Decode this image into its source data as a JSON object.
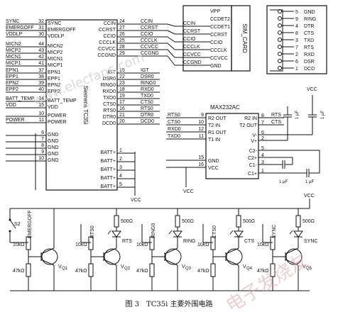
{
  "tc35i": {
    "chip_label": "Siemens TC35i",
    "left_pins": [
      {
        "net": "SYNC",
        "num": "32",
        "pin": "SYNC"
      },
      {
        "net": "EMERGOFF",
        "num": "31",
        "pin": "EMERGOFF"
      },
      {
        "net": "VDDLP",
        "num": "30",
        "pin": "VDDLP"
      },
      {
        "net": "MICN2",
        "num": "44",
        "pin": "MICN2"
      },
      {
        "net": "MICP2",
        "num": "43",
        "pin": "MICP2"
      },
      {
        "net": "MICN1",
        "num": "42",
        "pin": "MICN1"
      },
      {
        "net": "MICP1",
        "num": "41",
        "pin": "MICP1"
      },
      {
        "net": "EPN1",
        "num": "37",
        "pin": "EPN1"
      },
      {
        "net": "EPP1",
        "num": "38",
        "pin": "EPP1"
      },
      {
        "net": "EPN2",
        "num": "39",
        "pin": "EPN2"
      },
      {
        "net": "EPP2",
        "num": "40",
        "pin": "EPP2"
      },
      {
        "net": "BATT_TEMP",
        "num": "14",
        "pin": "BATT_TEMP"
      },
      {
        "net": "VDD",
        "num": "15",
        "pin": "VDD"
      },
      {
        "net": "",
        "num": "10",
        "pin": "POWER"
      },
      {
        "net": "POWER",
        "num": "11",
        "pin": "POWER"
      },
      {
        "net": "",
        "num": "6",
        "pin": "GND"
      },
      {
        "net": "",
        "num": "7",
        "pin": "GND"
      },
      {
        "net": "",
        "num": "8",
        "pin": "GND"
      },
      {
        "net": "",
        "num": "9",
        "pin": "GND"
      },
      {
        "net": "",
        "num": "10",
        "pin": "GND"
      }
    ],
    "right_pins": [
      {
        "pin": "CCIN",
        "num": "24",
        "net": "CCIN"
      },
      {
        "pin": "CCRST",
        "num": "27",
        "net": "CCRST"
      },
      {
        "pin": "CCIO",
        "num": "26",
        "net": "CCIO"
      },
      {
        "pin": "CCCLK",
        "num": "25",
        "net": "CCCLK"
      },
      {
        "pin": "CCVCC",
        "num": "28",
        "net": "CCVCC"
      },
      {
        "pin": "CCGND",
        "num": "29",
        "net": "CCGND"
      },
      {
        "pin": "IGT",
        "num": "15",
        "net": "IGT"
      },
      {
        "pin": "DSR0",
        "num": "22",
        "net": "DSR0"
      },
      {
        "pin": "RING0",
        "num": "23",
        "net": "RING0"
      },
      {
        "pin": "RXD0",
        "num": "18",
        "net": "RXD0"
      },
      {
        "pin": "TXD0",
        "num": "19",
        "net": "TXD0"
      },
      {
        "pin": "CTS0",
        "num": "17",
        "net": "CTS0"
      },
      {
        "pin": "RTS0",
        "num": "16",
        "net": "RTS0"
      },
      {
        "pin": "DTR0",
        "num": "21",
        "net": "DTR0"
      },
      {
        "pin": "DCD0",
        "num": "20",
        "net": "DCD0"
      },
      {
        "pin": "BATT+",
        "num": "1",
        "net": ""
      },
      {
        "pin": "BATT+",
        "num": "2",
        "net": ""
      },
      {
        "pin": "BATT+",
        "num": "3",
        "net": ""
      },
      {
        "pin": "BATT+",
        "num": "4",
        "net": ""
      },
      {
        "pin": "BATT+",
        "num": "5",
        "net": ""
      }
    ],
    "vcc": "VCC"
  },
  "sim": {
    "label": "SIM_CARD",
    "pins": [
      "VPP",
      "CCDET2",
      "CCDET1",
      "CCRST",
      "CCIO",
      "CCCLK",
      "CCVCC",
      "GND"
    ],
    "nets": [
      "CCIN",
      "CCRST",
      "CCIO",
      "CCCLK",
      "CCVCC",
      "CCGND"
    ]
  },
  "db9": {
    "pins": [
      {
        "num": "5",
        "name": "GND"
      },
      {
        "num": "9",
        "name": "RING"
      },
      {
        "num": "4",
        "name": "DTR"
      },
      {
        "num": "8",
        "name": "CTS"
      },
      {
        "num": "3",
        "name": "TXD"
      },
      {
        "num": "7",
        "name": "RTS"
      },
      {
        "num": "2",
        "name": "RXD"
      },
      {
        "num": "6",
        "name": "DSR"
      },
      {
        "num": "1",
        "name": "DCD"
      }
    ]
  },
  "max232": {
    "label": "MAX232AC",
    "left": [
      {
        "net": "RTS0",
        "num": "9",
        "pin": "R2 OUT"
      },
      {
        "net": "CTS0",
        "num": "10",
        "pin": "T2 IN"
      },
      {
        "net": "RXD0",
        "num": "12",
        "pin": "R1 OUT"
      },
      {
        "net": "TXD0",
        "num": "11",
        "pin": "T1 IN"
      },
      {
        "net": "",
        "num": "15",
        "pin": "GND"
      },
      {
        "net": "",
        "num": "16",
        "pin": "VCC"
      }
    ],
    "right": [
      {
        "pin": "R2 IN",
        "num": "8",
        "net": "RTS"
      },
      {
        "pin": "T2 OUT",
        "num": "7",
        "net": "CTS"
      },
      {
        "pin": "V-",
        "num": "6",
        "net": ""
      },
      {
        "pin": "V+",
        "num": "2",
        "net": ""
      },
      {
        "pin": "C2-",
        "num": "5",
        "net": ""
      },
      {
        "pin": "C2+",
        "num": "4",
        "net": ""
      },
      {
        "pin": "C1-",
        "num": "3",
        "net": ""
      },
      {
        "pin": "C1+",
        "num": "1",
        "net": ""
      }
    ],
    "cap_label": "1 μF",
    "vcc": "VCC"
  },
  "drivers": {
    "vcc": "VCC",
    "switch": "S2",
    "r_base": "10kΩ",
    "r_pull": "47kΩ",
    "r_led": "500Ω",
    "stages": [
      {
        "input": "EMERGOFF",
        "q": "V",
        "qsub": "Q1",
        "led": ""
      },
      {
        "input": "RTS0",
        "q": "V",
        "qsub": "Q2",
        "led": "RTS"
      },
      {
        "input": "RING0",
        "q": "V",
        "qsub": "Q3",
        "led": "RING"
      },
      {
        "input": "CTS0",
        "q": "V",
        "qsub": "Q4",
        "led": "CTS"
      },
      {
        "input": "SYNC",
        "q": "V",
        "qsub": "Q5",
        "led": "SYNC"
      }
    ]
  },
  "caption": "图 3　TC35i 主要外围电路",
  "watermark_url": "www.elecfans.com",
  "watermark_cn": "电子发烧友"
}
